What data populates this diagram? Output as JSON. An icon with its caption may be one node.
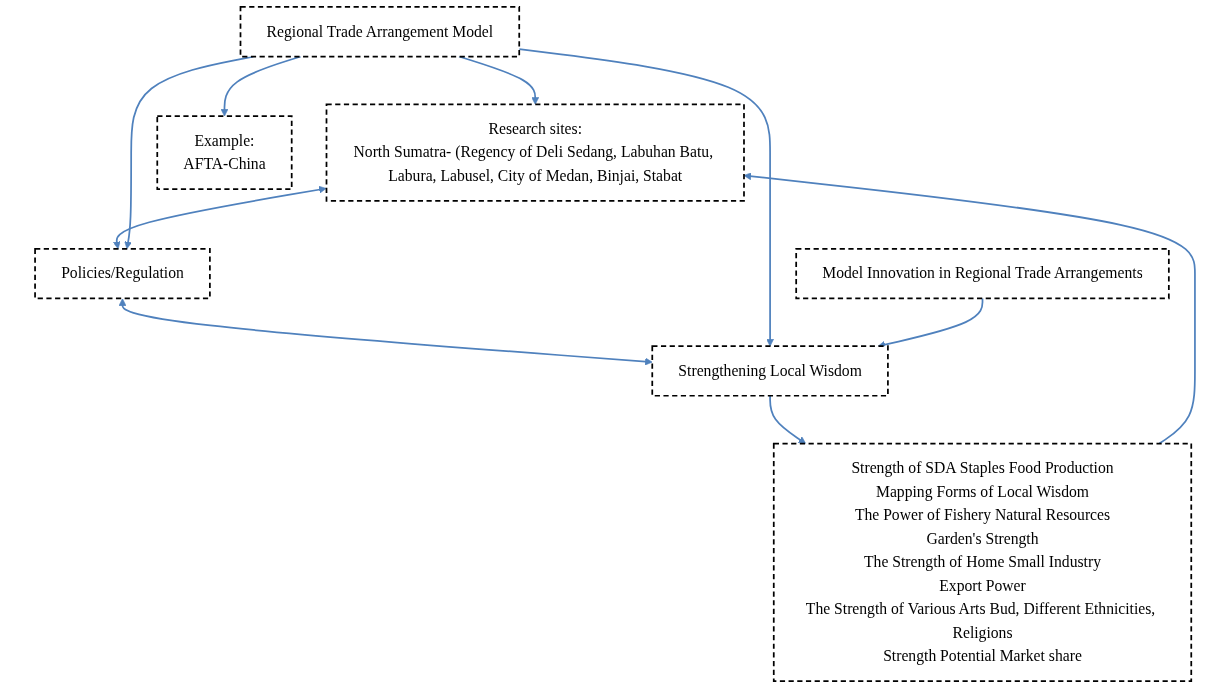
{
  "diagram": {
    "nodes": [
      {
        "text": [
          "Research sites:",
          "North Sumatra- (Regency of Deli Sedang, Labuhan Batu, Labura, Labusel, City of Medan, Binjai, Stabat"
        ]
      },
      {
        "text": [
          "Policies/Regulation"
        ]
      },
      {
        "text": [
          "Regional Trade Arrangement Model"
        ]
      },
      {
        "text": [
          "Strengthening Local Wisdom"
        ]
      },
      {
        "text": [
          "Strength of SDA Staples Food Production",
          "Mapping Forms of Local Wisdom",
          "The Power of Fishery Natural Resources",
          "Garden's Strength",
          "The Strength of Home Small Industry",
          "Export Power",
          "The Strength of Various Arts Bud, Different Ethnicities, Religions",
          "Strength Potential Market share"
        ]
      },
      {
        "text": [
          "Example:",
          "AFTA-China"
        ]
      },
      {
        "text": [
          "Model Innovation in Regional Trade Arrangements"
        ]
      }
    ],
    "edges": [
      {
        "from": 2,
        "to": 0,
        "arrow": "to"
      },
      {
        "from": 4,
        "to": 0,
        "arrow": "to"
      },
      {
        "from": 0,
        "to": 1,
        "arrow": "both"
      },
      {
        "from": 1,
        "to": 3,
        "arrow": "both"
      },
      {
        "from": 2,
        "to": 1,
        "arrow": "to"
      },
      {
        "from": 2,
        "to": 3,
        "arrow": "to"
      },
      {
        "from": 3,
        "to": 4,
        "arrow": "to"
      },
      {
        "from": 2,
        "to": 5,
        "arrow": "to"
      },
      {
        "from": 6,
        "to": 3,
        "arrow": "to"
      }
    ]
  }
}
